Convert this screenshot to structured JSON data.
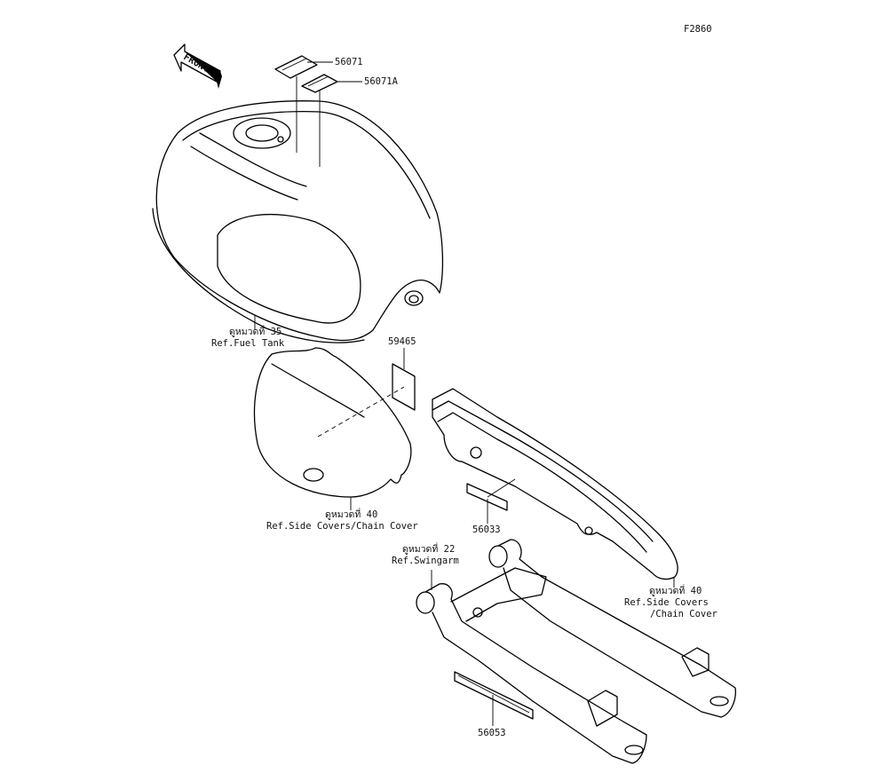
{
  "figure_code": "F2860",
  "front_arrow": "FRONT",
  "parts": {
    "p56071": "56071",
    "p56071A": "56071A",
    "p59465": "59465",
    "p56033": "56033",
    "p56053": "56053"
  },
  "refs": {
    "fuel_tank": {
      "thai": "ดูหมวดที่ 35",
      "text": "Ref.Fuel Tank"
    },
    "side_cover_left": {
      "thai": "ดูหมวดที่ 40",
      "text": "Ref.Side Covers/Chain Cover"
    },
    "swingarm": {
      "thai": "ดูหมวดที่ 22",
      "text": "Ref.Swingarm"
    },
    "chain_cover": {
      "thai": "ดูหมวดที่ 40",
      "text1": "Ref.Side Covers",
      "text2": "/Chain Cover"
    }
  }
}
